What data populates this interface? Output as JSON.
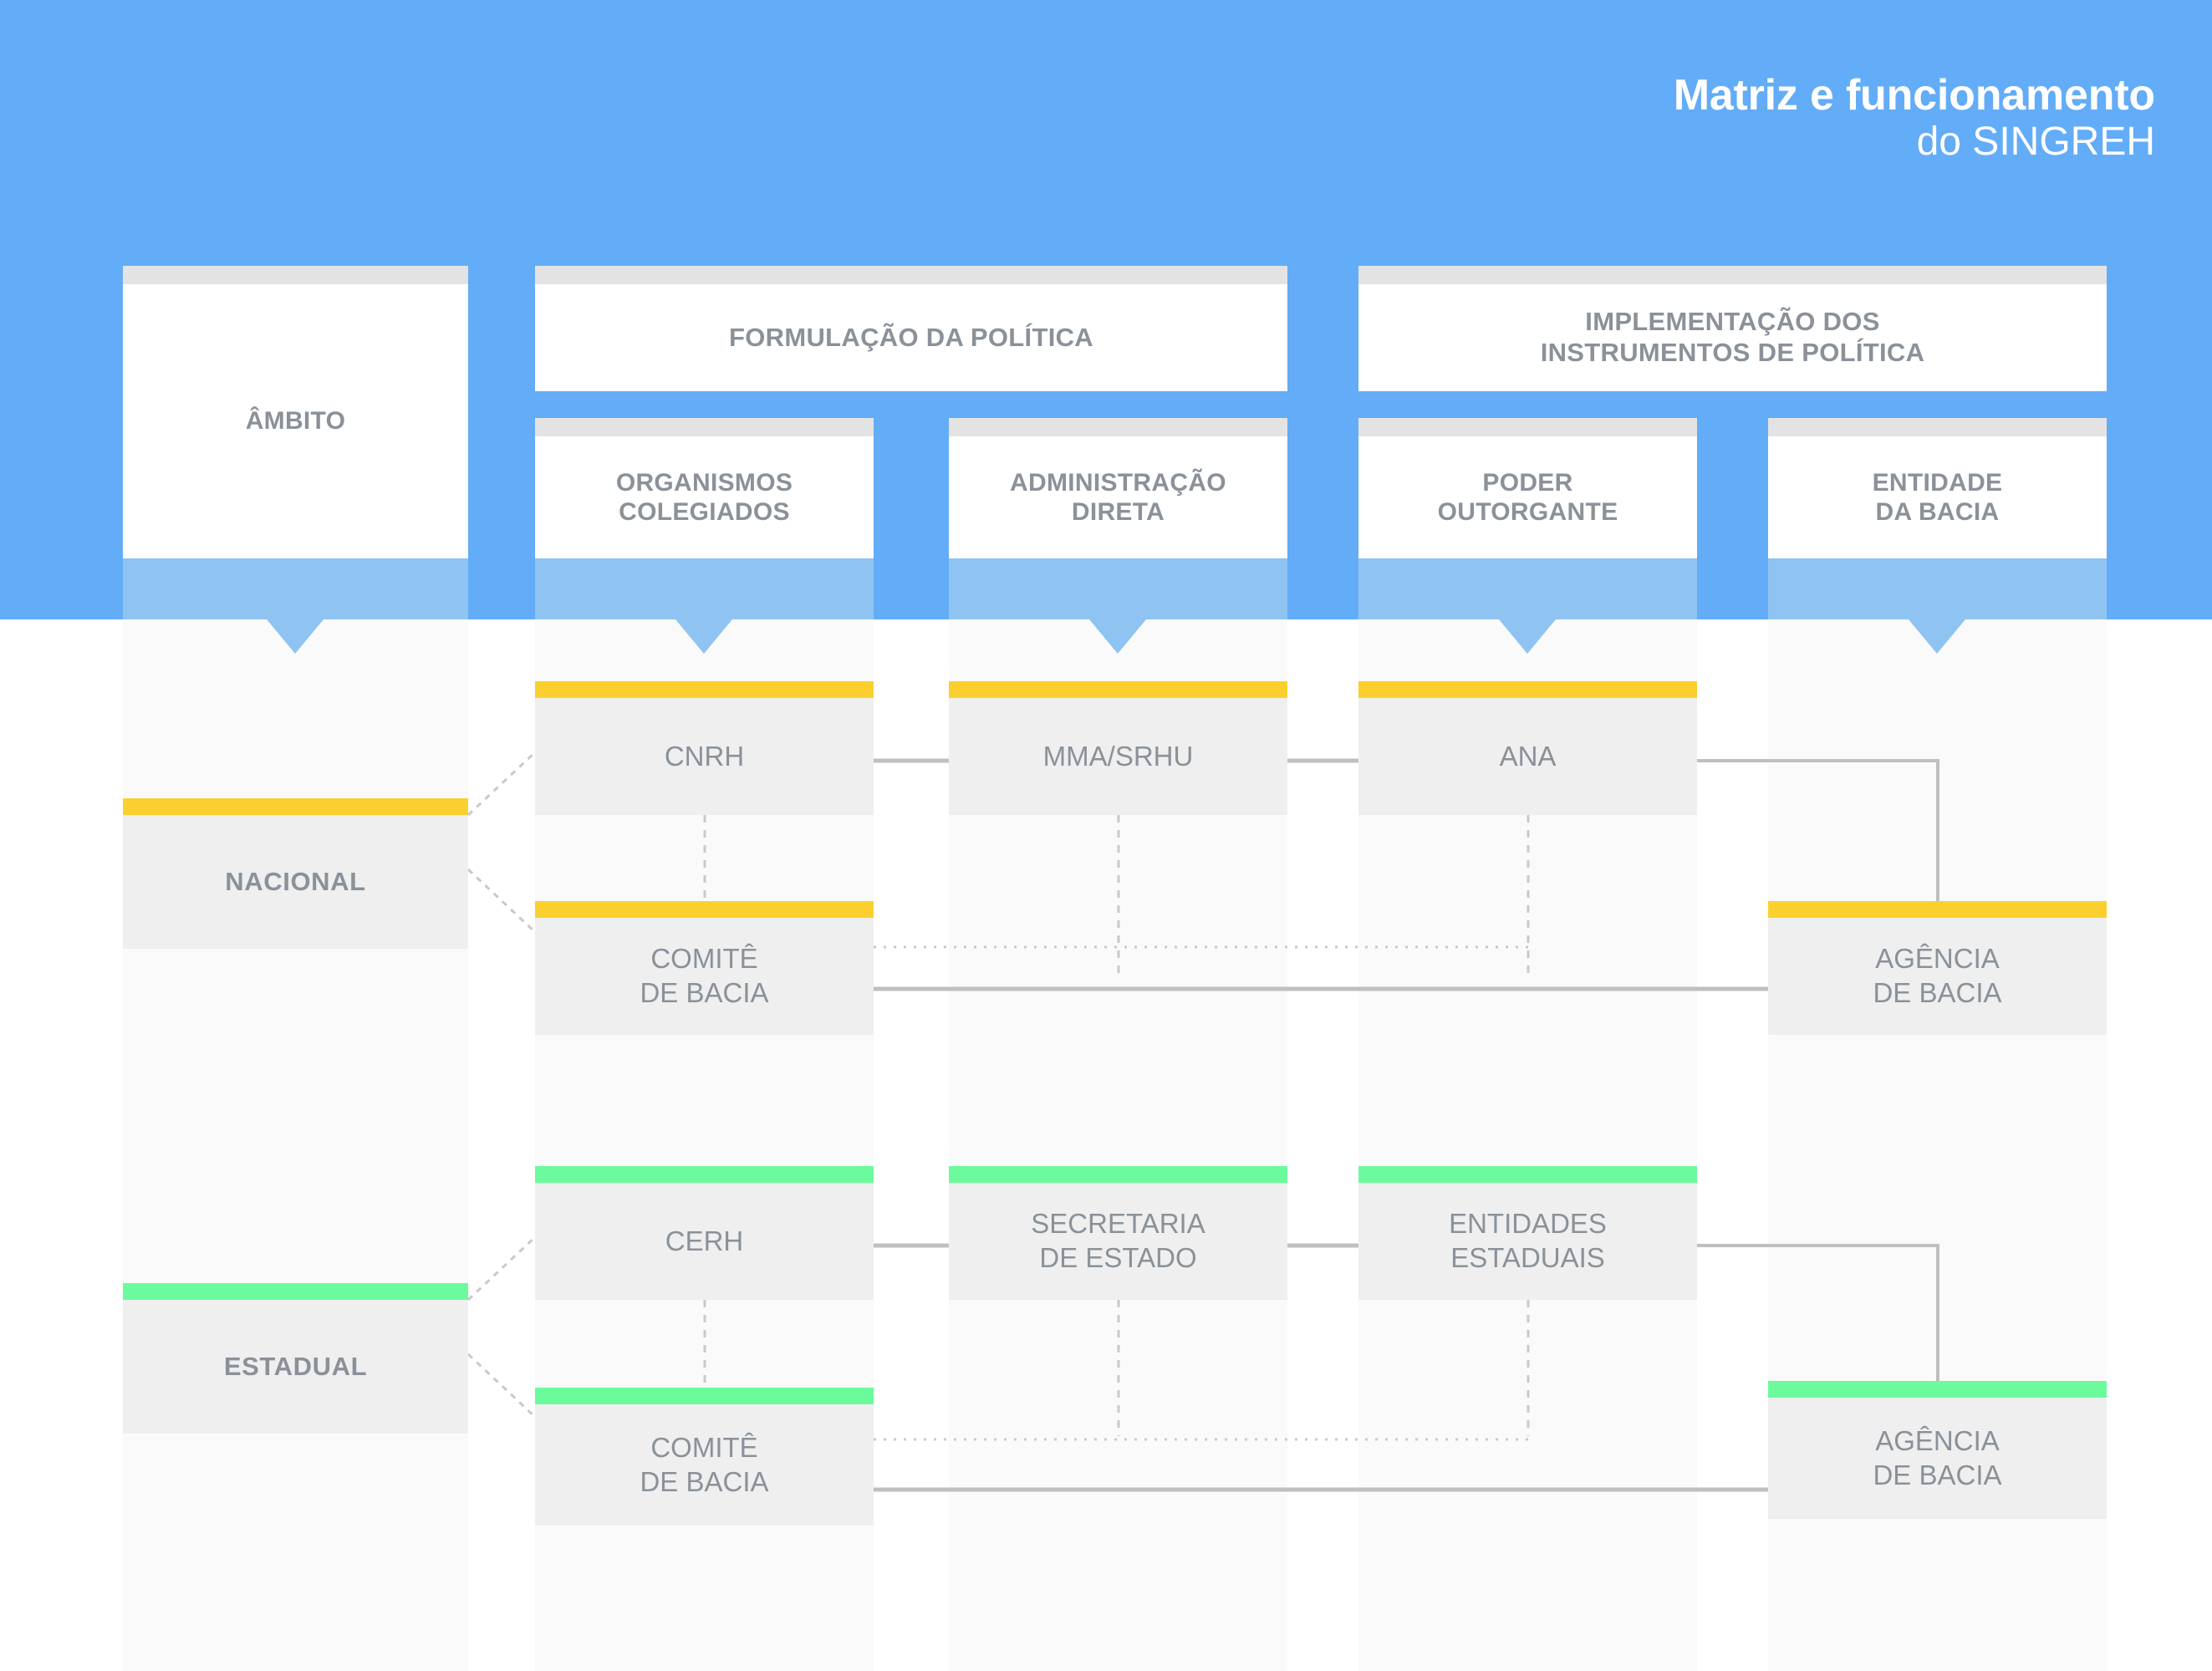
{
  "header": {
    "title_main": "Matriz e funcionamento",
    "title_sub": "do SINGREH"
  },
  "colors": {
    "band_blue": "#63ACF7",
    "tail_blue": "#8FC4F2",
    "node_gray": "#EFEFEF",
    "cap_gray": "#E3E3E3",
    "text_gray": "#8A9199",
    "national_accent": "#FBD02E",
    "estadual_accent": "#6BFB9C",
    "connector_gray": "#BFBFBF"
  },
  "columns": {
    "scope": {
      "label": "ÂMBITO"
    },
    "groups": [
      {
        "id": "formulacao",
        "label": "FORMULAÇÃO DA POLÍTICA"
      },
      {
        "id": "implementacao",
        "label": "IMPLEMENTAÇÃO DOS\nINSTRUMENTOS DE POLÍTICA"
      }
    ],
    "subheaders": [
      {
        "id": "organismos",
        "line1": "ORGANISMOS",
        "line2": "COLEGIADOS"
      },
      {
        "id": "administracao",
        "line1": "ADMINISTRAÇÃO",
        "line2": "DIRETA"
      },
      {
        "id": "poder",
        "line1": "PODER",
        "line2": "OUTORGANTE"
      },
      {
        "id": "entidade",
        "line1": "ENTIDADE",
        "line2": "DA BACIA"
      }
    ]
  },
  "rows": [
    {
      "id": "nacional",
      "scope_label": "NACIONAL",
      "accent": "#FBD02E",
      "nodes": {
        "organismos_top": {
          "line1": "CNRH",
          "line2": ""
        },
        "organismos_bottom": {
          "line1": "COMITÊ",
          "line2": "DE BACIA"
        },
        "administracao": {
          "line1": "MMA/SRHU",
          "line2": ""
        },
        "poder": {
          "line1": "ANA",
          "line2": ""
        },
        "entidade": {
          "line1": "AGÊNCIA",
          "line2": "DE BACIA"
        }
      }
    },
    {
      "id": "estadual",
      "scope_label": "ESTADUAL",
      "accent": "#6BFB9C",
      "nodes": {
        "organismos_top": {
          "line1": "CERH",
          "line2": ""
        },
        "organismos_bottom": {
          "line1": "COMITÊ",
          "line2": "DE BACIA"
        },
        "administracao": {
          "line1": "SECRETARIA",
          "line2": "DE ESTADO"
        },
        "poder": {
          "line1": "ENTIDADES",
          "line2": "ESTADUAIS"
        },
        "entidade": {
          "line1": "AGÊNCIA",
          "line2": "DE BACIA"
        }
      }
    }
  ]
}
